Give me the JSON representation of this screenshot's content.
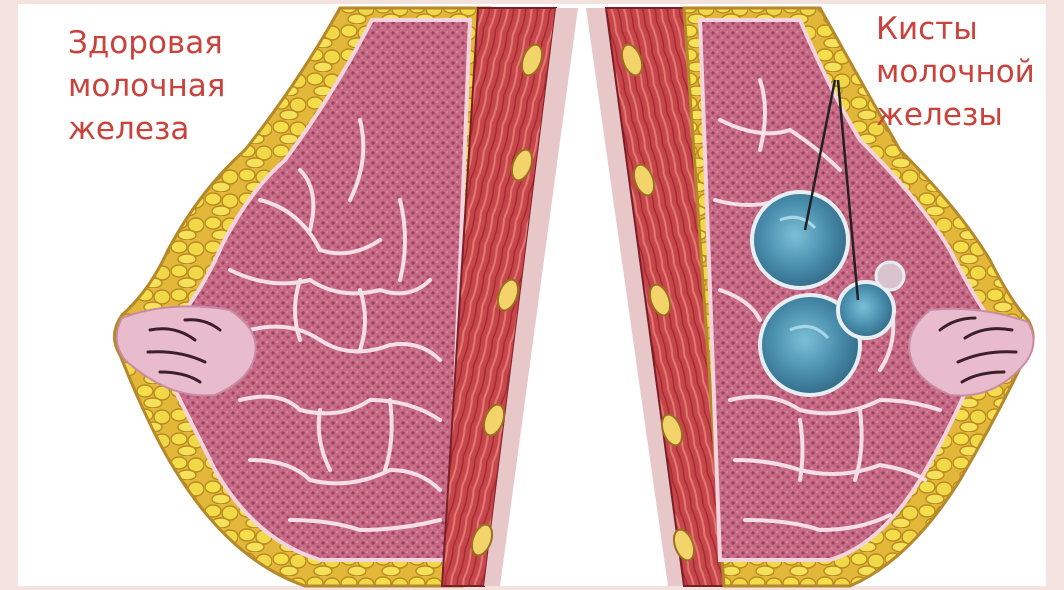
{
  "labels": {
    "left": [
      "Здоровая",
      "молочная",
      "железа"
    ],
    "right": [
      "Кисты",
      "молочной",
      "железы"
    ]
  },
  "colors": {
    "label_text": "#c9423b",
    "fat_yellow": "#efd43c",
    "fat_outline": "#b58a24",
    "gland_pink": "#c96f8a",
    "tissue_lilac": "#e6b7c9",
    "muscle_red": "#c8464a",
    "cyst_blue": "#4f93b0",
    "background": "#ffffff"
  },
  "icons": [
    "breast-cross-section-left",
    "breast-cross-section-right",
    "cyst"
  ]
}
